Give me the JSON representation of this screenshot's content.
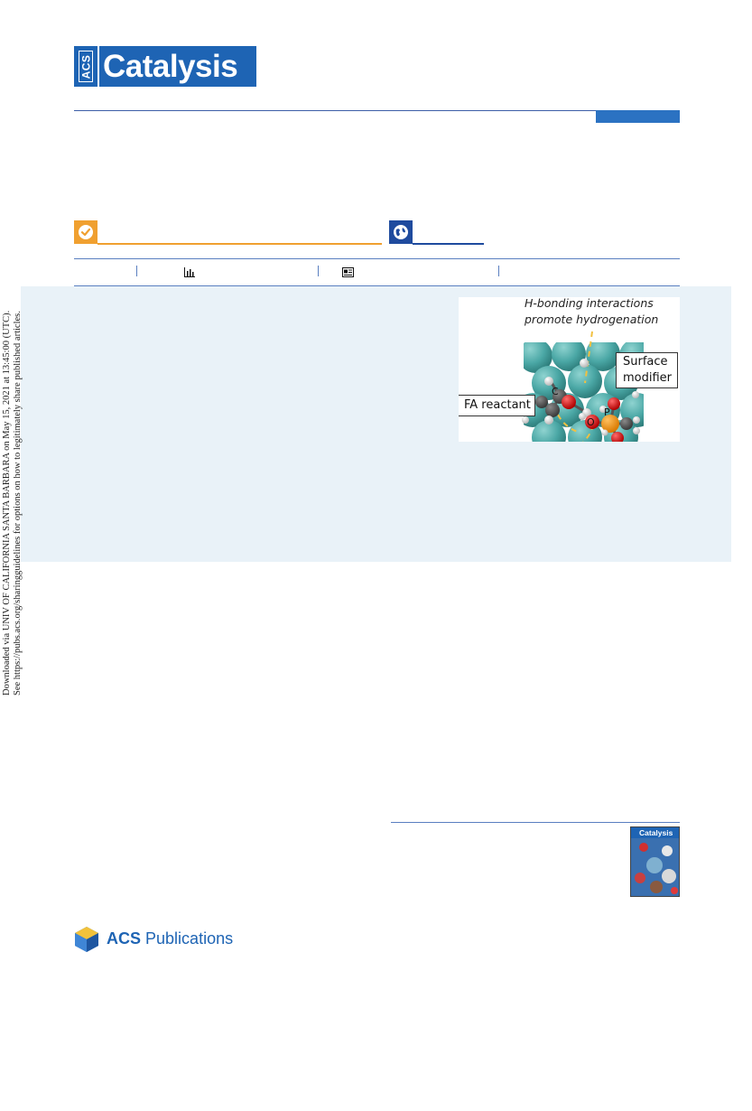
{
  "journal": {
    "logo_acs": "ACS",
    "logo_name": "Catalysis"
  },
  "side_note": {
    "line1": "Downloaded via UNIV OF CALIFORNIA SANTA BARBARA on May 15, 2021 at 13:45:00 (UTC).",
    "line2": "See https://pubs.acs.org/sharingguidelines for options on how to legitimately share published articles."
  },
  "toc_graphic": {
    "caption_line1": "H-bonding interactions",
    "caption_line2": "promote hydrogenation",
    "label_surface_line1": "Surface",
    "label_surface_line2": "modifier",
    "label_reactant": "FA reactant",
    "atom_c": "C",
    "atom_p": "P",
    "atom_o": "O"
  },
  "cover": {
    "title": "Catalysis"
  },
  "publisher": {
    "acs": "ACS",
    "publications": "Publications"
  },
  "colors": {
    "brand_blue": "#1e64b4",
    "check_orange": "#f0a030",
    "globe_blue": "#1f4b9e",
    "abstract_bg": "#e9f2f8"
  },
  "icons": [
    "check-circle-icon",
    "globe-icon",
    "bar-chart-icon",
    "article-icon",
    "acs-hexagon-logo-icon"
  ]
}
